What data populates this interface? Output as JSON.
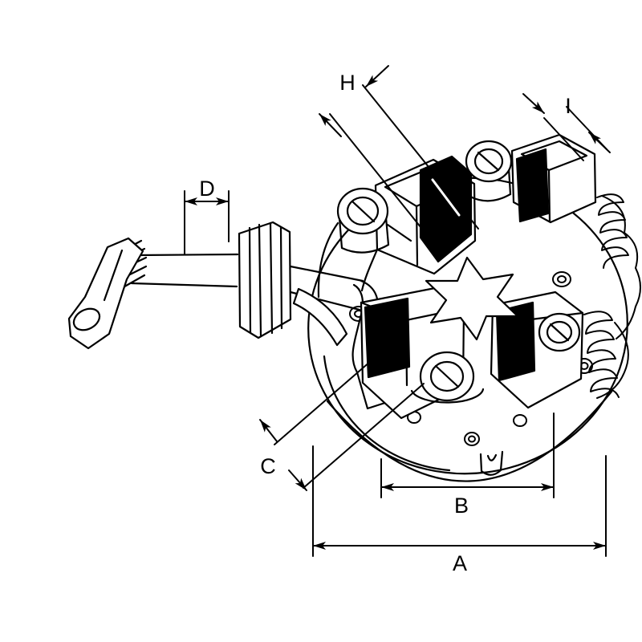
{
  "diagram": {
    "background_color": "#ffffff",
    "line_color": "#000000",
    "dimension_labels": {
      "h": "H",
      "i": "I",
      "d": "D",
      "c": "C",
      "b": "B",
      "a": "A"
    }
  }
}
